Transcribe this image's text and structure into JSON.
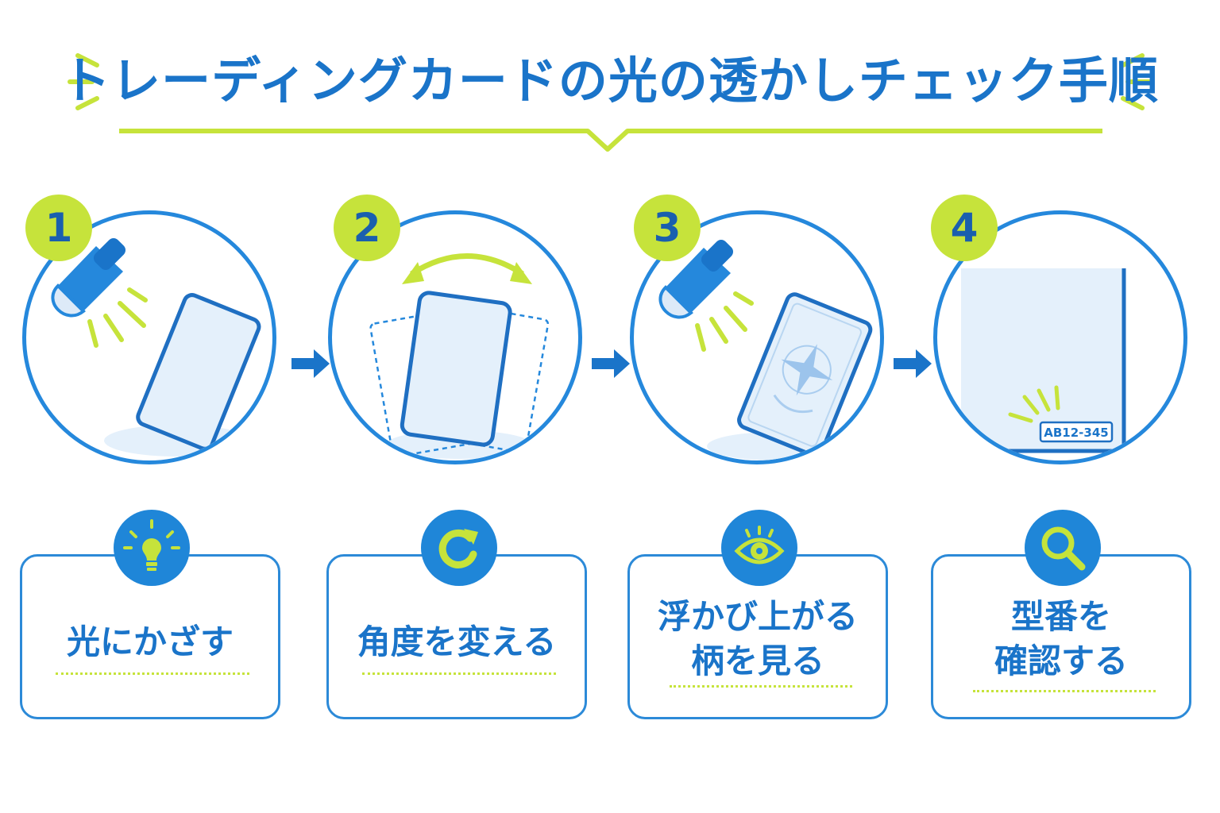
{
  "title": "トレーディングカードの光の透かしチェック手順",
  "colors": {
    "blue": "#1a74c9",
    "accent": "#c6e33b",
    "ring": "#2588dc"
  },
  "steps": [
    {
      "number": "1",
      "label_lines": [
        "光にかざす"
      ],
      "icon": "lightbulb-icon"
    },
    {
      "number": "2",
      "label_lines": [
        "角度を変える"
      ],
      "icon": "rotate-icon"
    },
    {
      "number": "3",
      "label_lines": [
        "浮かび上がる",
        "柄を見る"
      ],
      "icon": "eye-icon"
    },
    {
      "number": "4",
      "label_lines": [
        "型番を",
        "確認する"
      ],
      "icon": "magnifier-icon"
    }
  ],
  "model_code": "AB12-345"
}
